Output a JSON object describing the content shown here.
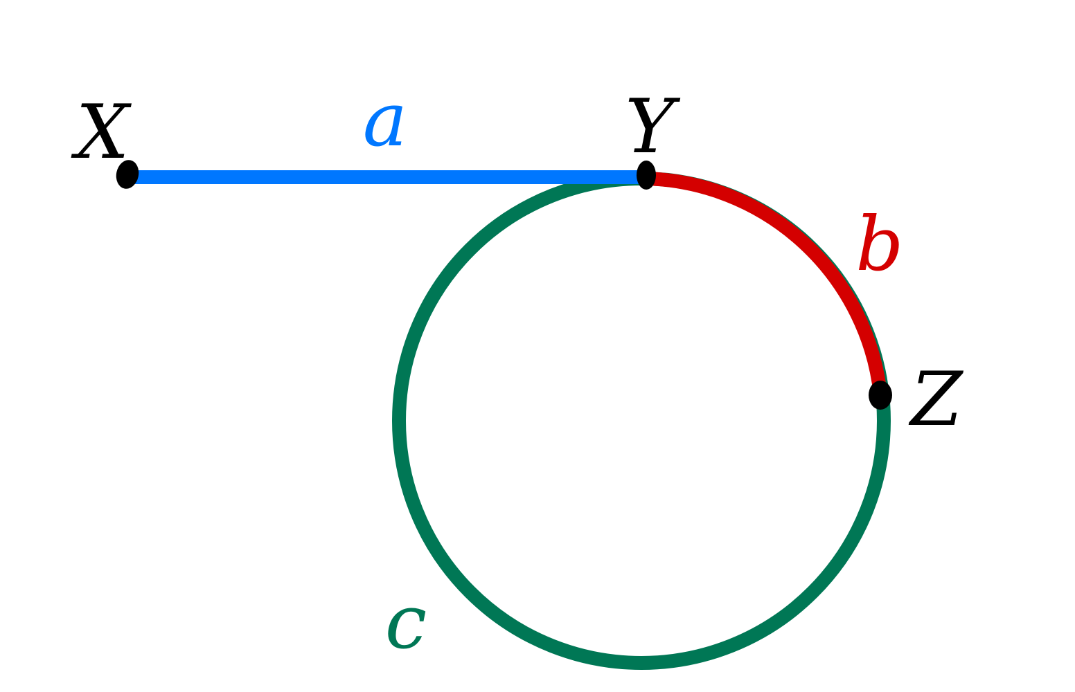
{
  "labels": {
    "point_x": "X",
    "point_y": "Y",
    "point_z": "Z",
    "edge_a": "a",
    "edge_b": "b",
    "edge_c": "c"
  },
  "colors": {
    "background": "#ffffff",
    "edge_a": "#0077ff",
    "edge_b": "#d40000",
    "edge_c": "#007755",
    "points": "#000000"
  }
}
